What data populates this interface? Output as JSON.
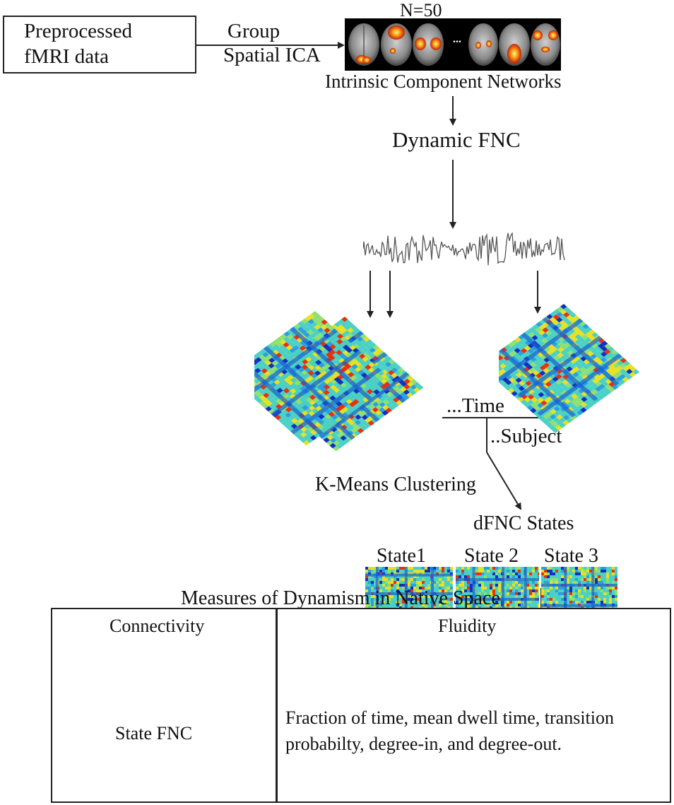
{
  "input_box": {
    "line1": "Preprocessed",
    "line2": "fMRI data"
  },
  "group_ica": {
    "line1": "Group",
    "line2": "Spatial ICA"
  },
  "components": {
    "count_label": "N=50",
    "ellipsis": "...",
    "caption": "Intrinsic Component Networks"
  },
  "dynamic_fnc": {
    "label": "Dynamic FNC"
  },
  "windows": {
    "time_label": "...Time",
    "subject_label": "..Subject"
  },
  "clustering": {
    "label": "K-Means Clustering"
  },
  "states": {
    "caption": "dFNC States",
    "items": [
      {
        "label": "State1"
      },
      {
        "label": "State 2"
      },
      {
        "label": "State 3"
      }
    ]
  },
  "measures": {
    "caption": "Measures of Dynamism in Native Space",
    "columns": [
      {
        "header": "Connectivity",
        "body": "State FNC"
      },
      {
        "header": "Fluidity",
        "body_line1": "Fraction of time, mean dwell time, transition",
        "body_line2": "probabilty, degree-in, and degree-out."
      }
    ]
  },
  "colors": {
    "line": "#222222",
    "matrix_base": "#4ad0c4",
    "hot": "#e83010",
    "cold": "#1030c0",
    "yellow": "#e8e020"
  }
}
